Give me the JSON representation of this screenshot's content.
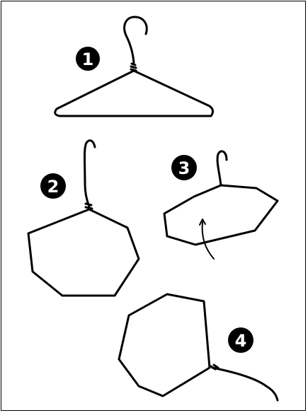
{
  "steps": [
    {
      "number": "1"
    },
    {
      "number": "2"
    },
    {
      "number": "3"
    },
    {
      "number": "4"
    }
  ]
}
